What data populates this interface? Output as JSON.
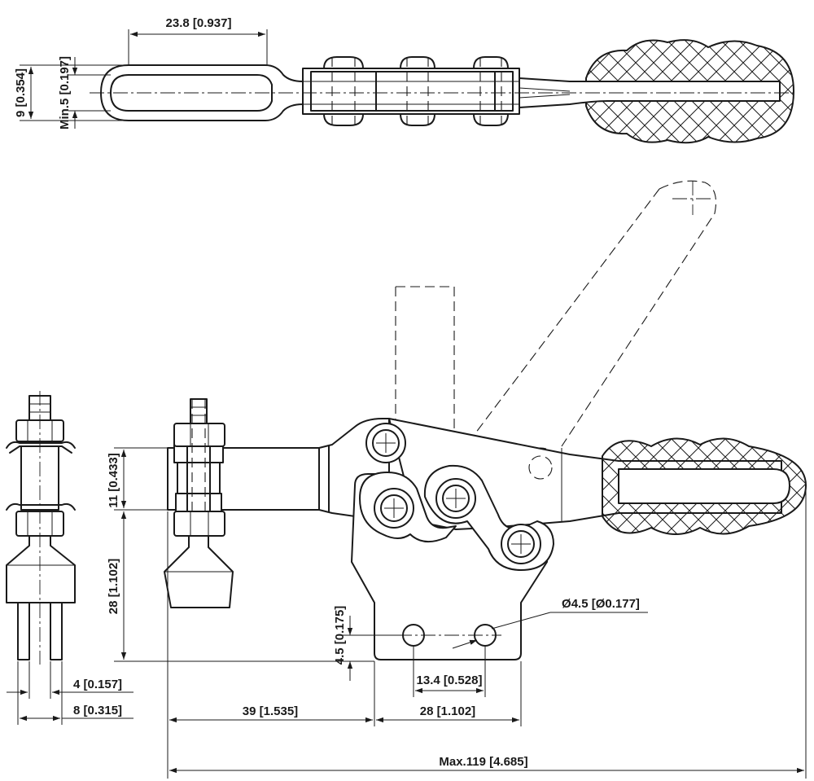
{
  "drawing": {
    "dimensions": {
      "arm_length": "23.8 [0.937]",
      "arm_height": "9 [0.354]",
      "slot_min": "Min.5 [0.197]",
      "bar_height": "11 [0.433]",
      "base_height": "28 [1.102]",
      "hole_offset": "4.5 [0.175]",
      "hole_diameter": "Ø4.5 [Ø0.177]",
      "hole_spacing": "13.4 [0.528]",
      "base_width": "28 [1.102]",
      "reach": "39 [1.535]",
      "max_length": "Max.119 [4.685]",
      "spindle_inner": "4 [0.157]",
      "spindle_outer": "8 [0.315]"
    }
  }
}
